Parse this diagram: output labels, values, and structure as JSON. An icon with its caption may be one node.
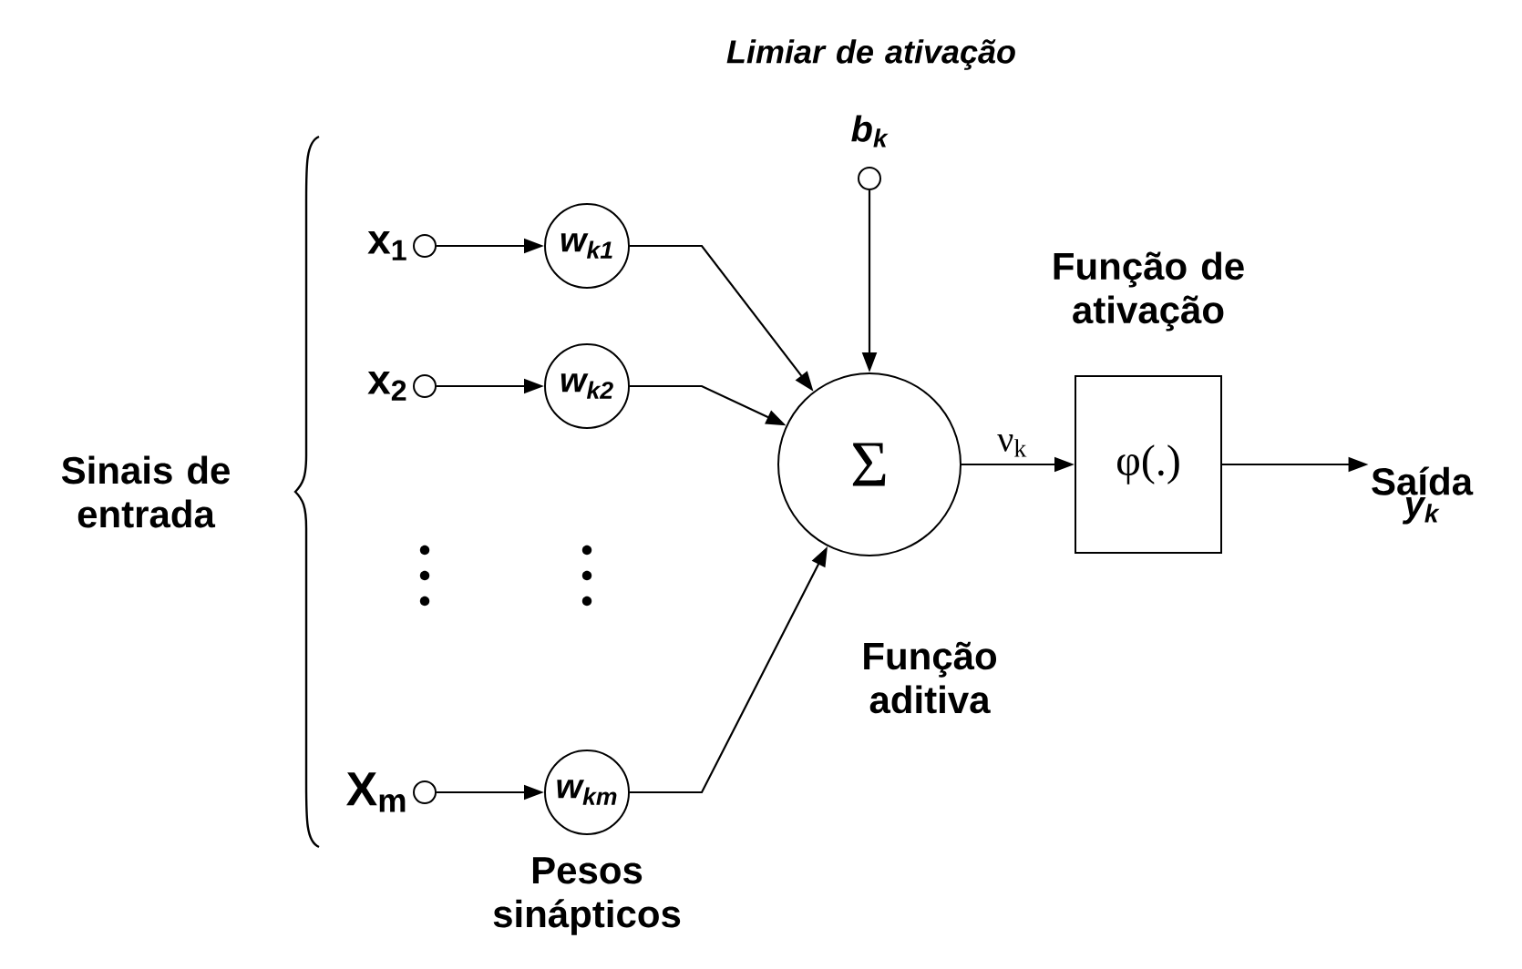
{
  "diagram": {
    "nodes": [
      {
        "text": [],
        "shape": "circle",
        "beside": [
          "x$_{1}$"
        ]
      },
      {
        "text": [],
        "shape": "circle",
        "beside": [
          "x$_{2}$"
        ]
      },
      {
        "text": [],
        "shape": "circle",
        "beside": [
          "X$_{m}$"
        ]
      },
      {
        "text": [
          "w$_{k1}$"
        ]
      },
      {
        "text": [
          "w$_{k2}$"
        ]
      },
      {
        "text": [
          "w$_{km}$"
        ],
        "beside": [
          "Pesos sinápticos"
        ]
      },
      {
        "text": [],
        "shape": "circle",
        "beside": [
          "b$_{k}$"
        ]
      },
      {
        "text": [
          "Σ"
        ],
        "beside": [
          "Função aditiva"
        ]
      },
      {
        "text": [
          "φ(.)"
        ],
        "beside": [
          "Função de ativação"
        ]
      },
      {
        "text": [
          "Saída",
          "y$_{k}$"
        ]
      }
    ],
    "edges": [
      {
        "from": 0,
        "to": 3,
        "arrow": "to"
      },
      {
        "from": 1,
        "to": 4,
        "arrow": "to"
      },
      {
        "from": 2,
        "to": 5,
        "arrow": "to"
      },
      {
        "from": 3,
        "to": 7,
        "arrow": "to"
      },
      {
        "from": 4,
        "to": 7,
        "arrow": "to"
      },
      {
        "from": 5,
        "to": 7,
        "arrow": "to"
      },
      {
        "from": 6,
        "to": 7,
        "arrow": "to"
      },
      {
        "from": 7,
        "to": 8,
        "arrow": "to",
        "label": "ν$_{k}$"
      },
      {
        "from": 8,
        "to": 9,
        "arrow": "to"
      }
    ],
    "labels": [
      "Limiar de ativação",
      "Sinais de entrada"
    ]
  }
}
